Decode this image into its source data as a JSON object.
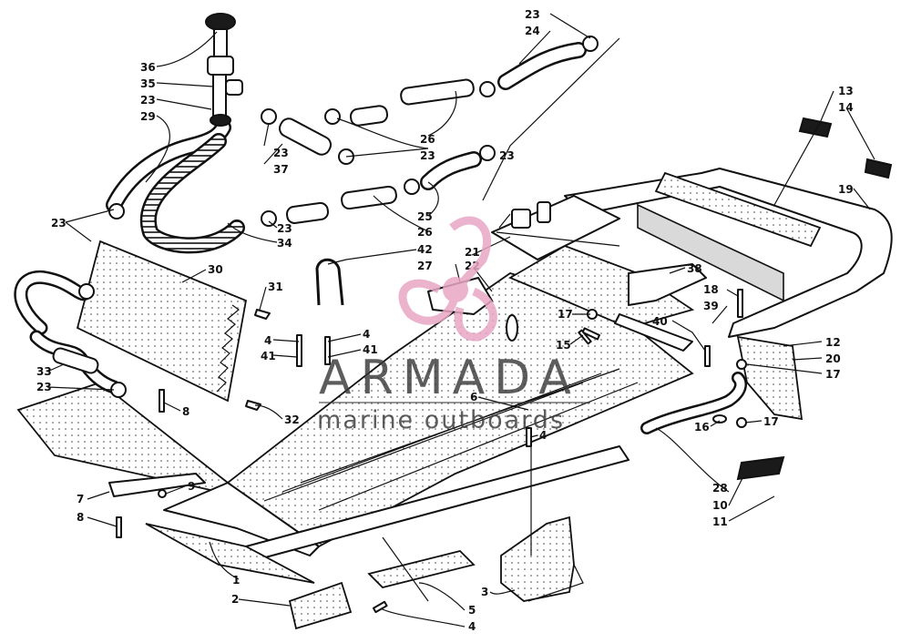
{
  "watermark": {
    "brand": "ARMADA",
    "tagline": "marine outboards",
    "logo_color": "#e8a6c4",
    "text_color": "#3a3a3a"
  },
  "callouts": [
    {
      "id": "c36",
      "text": "36"
    },
    {
      "id": "c35",
      "text": "35"
    },
    {
      "id": "c23a",
      "text": "23"
    },
    {
      "id": "c29",
      "text": "29"
    },
    {
      "id": "c23b",
      "text": "23"
    },
    {
      "id": "c23c",
      "text": "23"
    },
    {
      "id": "c37",
      "text": "37"
    },
    {
      "id": "c23d",
      "text": "23"
    },
    {
      "id": "c24",
      "text": "24"
    },
    {
      "id": "c26a",
      "text": "26"
    },
    {
      "id": "c23e",
      "text": "23"
    },
    {
      "id": "c25",
      "text": "25"
    },
    {
      "id": "c26b",
      "text": "26"
    },
    {
      "id": "c23f",
      "text": "23"
    },
    {
      "id": "c34",
      "text": "34"
    },
    {
      "id": "c23g",
      "text": "23"
    },
    {
      "id": "c30",
      "text": "30"
    },
    {
      "id": "c31",
      "text": "31"
    },
    {
      "id": "c33",
      "text": "33"
    },
    {
      "id": "c23h",
      "text": "23"
    },
    {
      "id": "c8a",
      "text": "8"
    },
    {
      "id": "c32",
      "text": "32"
    },
    {
      "id": "c42",
      "text": "42"
    },
    {
      "id": "c27",
      "text": "27"
    },
    {
      "id": "c22",
      "text": "22"
    },
    {
      "id": "c21",
      "text": "21"
    },
    {
      "id": "c4a",
      "text": "4"
    },
    {
      "id": "c41a",
      "text": "41"
    },
    {
      "id": "c4b",
      "text": "4"
    },
    {
      "id": "c41b",
      "text": "41"
    },
    {
      "id": "c13",
      "text": "13"
    },
    {
      "id": "c14",
      "text": "14"
    },
    {
      "id": "c19",
      "text": "19"
    },
    {
      "id": "c38",
      "text": "38"
    },
    {
      "id": "c18",
      "text": "18"
    },
    {
      "id": "c39",
      "text": "39"
    },
    {
      "id": "c17a",
      "text": "17"
    },
    {
      "id": "c40",
      "text": "40"
    },
    {
      "id": "c15",
      "text": "15"
    },
    {
      "id": "c12",
      "text": "12"
    },
    {
      "id": "c20",
      "text": "20"
    },
    {
      "id": "c17b",
      "text": "17"
    },
    {
      "id": "c6",
      "text": "6"
    },
    {
      "id": "c16",
      "text": "16"
    },
    {
      "id": "c17c",
      "text": "17"
    },
    {
      "id": "c4c",
      "text": "4"
    },
    {
      "id": "c28",
      "text": "28"
    },
    {
      "id": "c10",
      "text": "10"
    },
    {
      "id": "c11",
      "text": "11"
    },
    {
      "id": "c7",
      "text": "7"
    },
    {
      "id": "c9",
      "text": "9"
    },
    {
      "id": "c8b",
      "text": "8"
    },
    {
      "id": "c1",
      "text": "1"
    },
    {
      "id": "c3",
      "text": "3"
    },
    {
      "id": "c5",
      "text": "5"
    },
    {
      "id": "c2",
      "text": "2"
    },
    {
      "id": "c4d",
      "text": "4"
    }
  ]
}
